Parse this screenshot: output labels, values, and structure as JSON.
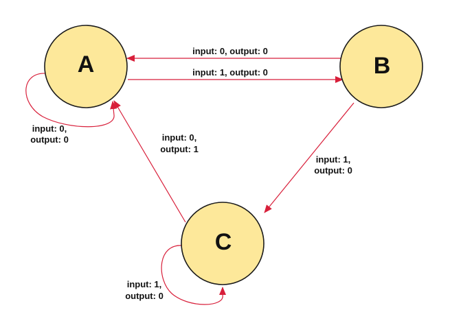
{
  "colors": {
    "node_fill": "#fde89a",
    "node_stroke": "#1a1a1a",
    "edge": "#d81f3a",
    "text": "#111111"
  },
  "nodes": {
    "a": {
      "label": "A"
    },
    "b": {
      "label": "B"
    },
    "c": {
      "label": "C"
    }
  },
  "edges": {
    "b_to_a": {
      "from": "B",
      "to": "A",
      "line1": "input: 0, output: 0"
    },
    "a_to_b": {
      "from": "A",
      "to": "B",
      "line1": "input: 1, output: 0"
    },
    "a_to_a": {
      "from": "A",
      "to": "A",
      "line1": "input: 0,",
      "line2": "output: 0"
    },
    "c_to_a": {
      "from": "C",
      "to": "A",
      "line1": "input: 0,",
      "line2": "output: 1"
    },
    "b_to_c": {
      "from": "B",
      "to": "C",
      "line1": "input: 1,",
      "line2": "output: 0"
    },
    "c_to_c": {
      "from": "C",
      "to": "C",
      "line1": "input: 1,",
      "line2": "output: 0"
    }
  }
}
